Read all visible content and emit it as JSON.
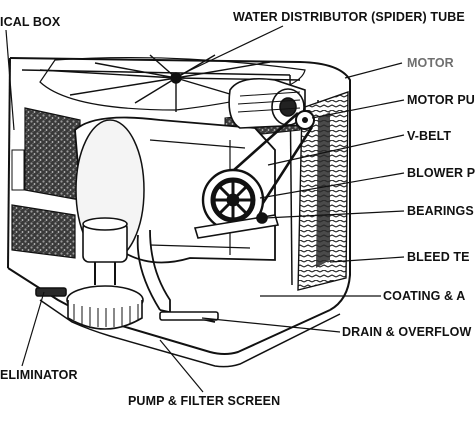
{
  "labels": {
    "electrical_box": "ICAL BOX",
    "water_distributor": "WATER DISTRIBUTOR (SPIDER) TUBE",
    "motor": "MOTOR",
    "motor_pulley": "MOTOR PU",
    "v_belt": "V-BELT",
    "blower_pulley": "BLOWER P",
    "bearings": "BEARINGS",
    "bleed_tee": "BLEED TE",
    "coating": "COATING & A",
    "drain_overflow": "DRAIN & OVERFLOW",
    "eliminator": "ELIMINATOR",
    "pump_filter": "PUMP & FILTER SCREEN"
  },
  "colors": {
    "ink": "#111111",
    "muted_label": "#6f6f6f",
    "pad": "#2b2b2b",
    "background": "#ffffff"
  }
}
